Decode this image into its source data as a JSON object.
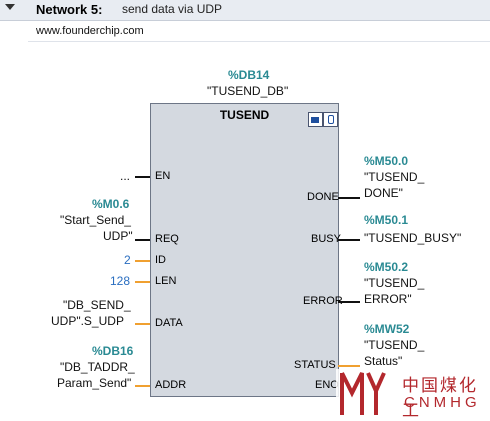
{
  "network": {
    "title": "Network 5:",
    "description": "send data via UDP",
    "comment": "www.founderchip.com"
  },
  "block": {
    "instance_address": "%DB14",
    "instance_name": "\"TUSEND_DB\"",
    "type_name": "TUSEND",
    "inputs": [
      {
        "pin": "EN",
        "operand": "..."
      },
      {
        "pin": "REQ",
        "address": "%M0.6",
        "operand_line1": "\"Start_Send_",
        "operand_line2": "UDP\""
      },
      {
        "pin": "ID",
        "value": "2"
      },
      {
        "pin": "LEN",
        "value": "128"
      },
      {
        "pin": "DATA",
        "operand_line1": "\"DB_SEND_",
        "operand_line2": "UDP\".S_UDP"
      },
      {
        "pin": "ADDR",
        "address": "%DB16",
        "operand_line1": "\"DB_TADDR_",
        "operand_line2": "Param_Send\""
      }
    ],
    "outputs": [
      {
        "pin": "DONE",
        "address": "%M50.0",
        "operand_line1": "\"TUSEND_",
        "operand_line2": "DONE\""
      },
      {
        "pin": "BUSY",
        "address": "%M50.1",
        "operand_line1": "\"TUSEND_BUSY\""
      },
      {
        "pin": "ERROR",
        "address": "%M50.2",
        "operand_line1": "\"TUSEND_",
        "operand_line2": "ERROR\""
      },
      {
        "pin": "STATUS",
        "address": "%MW52",
        "operand_line1": "\"TUSEND_",
        "operand_line2": "Status\""
      },
      {
        "pin": "ENO"
      }
    ]
  },
  "watermark": {
    "cn": "中国煤化工",
    "en": "CNMHG",
    "color": "#b3282d"
  },
  "colors": {
    "address": "#2a8a93",
    "constant": "#2a6ec0",
    "block_fill": "#d4d9e0",
    "header_fill": "#e8ecf2",
    "wire_accent": "#f0a030"
  },
  "icons": [
    "collapse-triangle-icon",
    "block-properties-icon",
    "stethoscope-icon"
  ]
}
